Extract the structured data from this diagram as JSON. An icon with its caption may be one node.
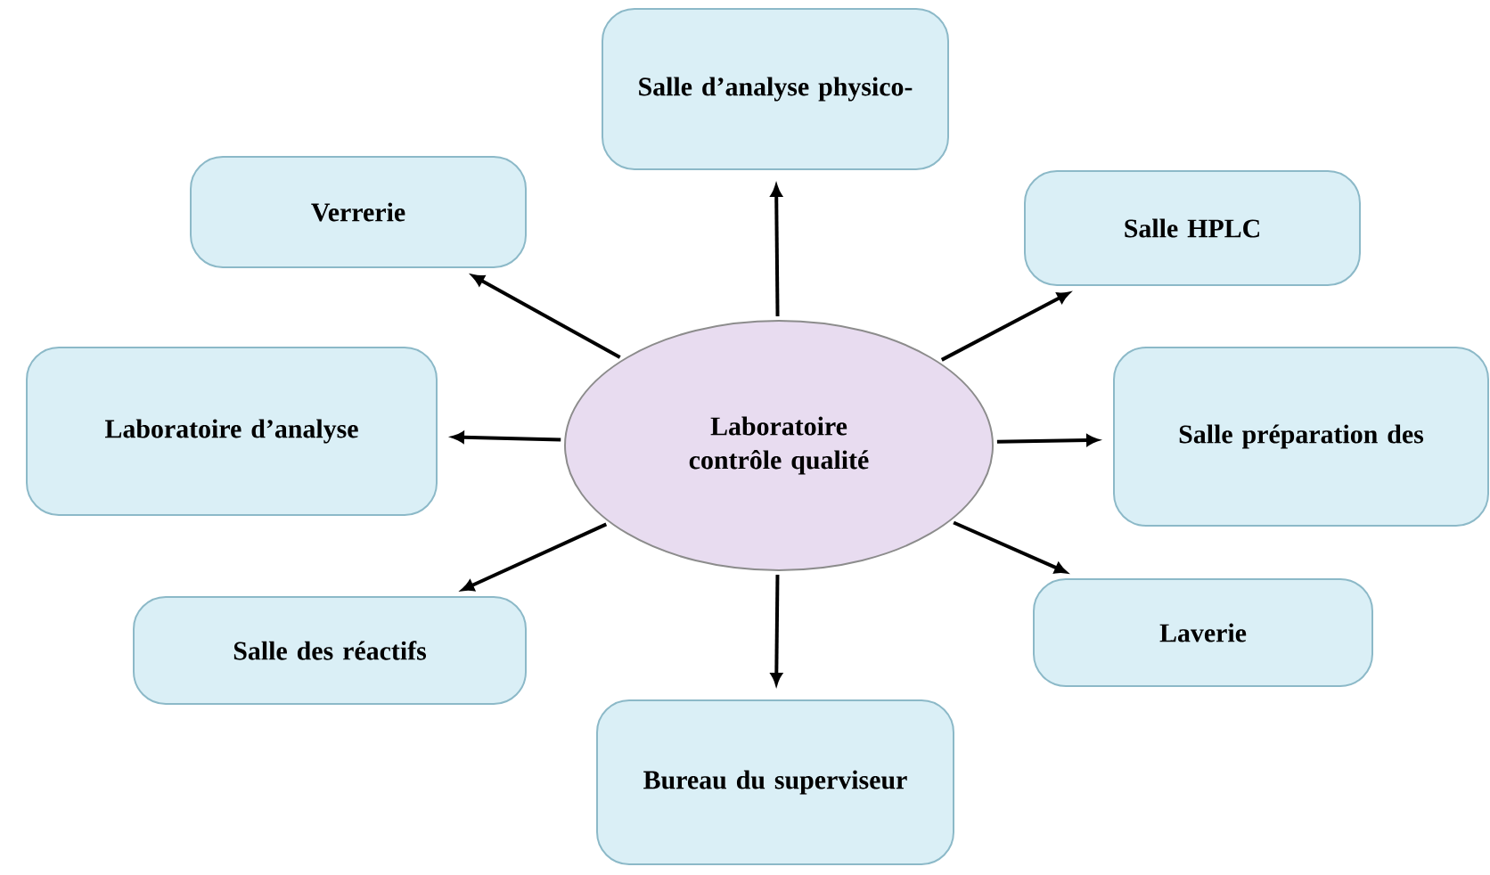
{
  "diagram": {
    "nodes": [
      {
        "text": [
          "Laboratoire contrôle qualité"
        ]
      },
      {
        "text": [
          "Salle d’analyse physico-"
        ]
      },
      {
        "text": [
          "Verrerie"
        ]
      },
      {
        "text": [
          "Salle HPLC"
        ]
      },
      {
        "text": [
          "Laboratoire d’analyse"
        ]
      },
      {
        "text": [
          "Salle préparation des"
        ]
      },
      {
        "text": [
          "Salle des réactifs"
        ]
      },
      {
        "text": [
          "Laverie"
        ]
      },
      {
        "text": [
          "Bureau du superviseur"
        ]
      }
    ],
    "edges": [
      {
        "from": 0,
        "to": 1,
        "arrow": "to"
      },
      {
        "from": 0,
        "to": 2,
        "arrow": "to"
      },
      {
        "from": 0,
        "to": 3,
        "arrow": "to"
      },
      {
        "from": 0,
        "to": 4,
        "arrow": "to"
      },
      {
        "from": 0,
        "to": 5,
        "arrow": "to"
      },
      {
        "from": 0,
        "to": 6,
        "arrow": "to"
      },
      {
        "from": 0,
        "to": 7,
        "arrow": "to"
      },
      {
        "from": 0,
        "to": 8,
        "arrow": "to"
      }
    ]
  }
}
